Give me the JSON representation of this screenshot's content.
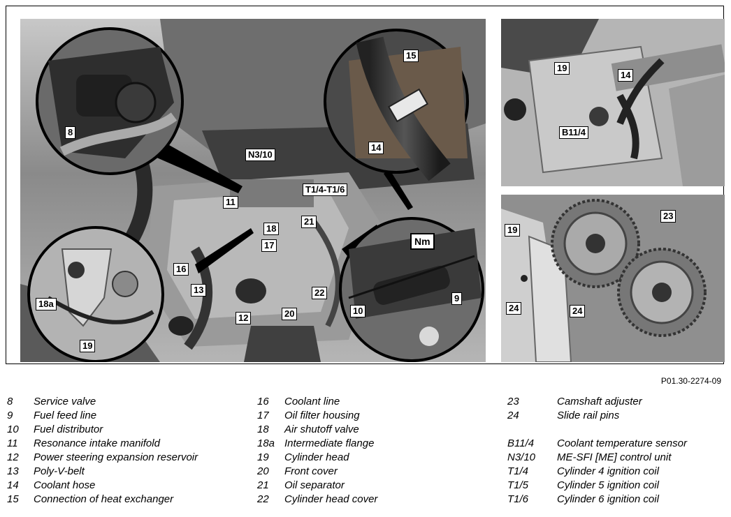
{
  "figure_code": "P01.30-2274-09",
  "callouts": {
    "c8": "8",
    "c15": "15",
    "c14_main": "14",
    "n3_10": "N3/10",
    "t1_4_t1_6": "T1/4-T1/6",
    "c11": "11",
    "c21": "21",
    "c18": "18",
    "c17": "17",
    "c16": "16",
    "c13": "13",
    "c18a": "18a",
    "c12": "12",
    "c22": "22",
    "c20": "20",
    "c19_main": "19",
    "nm": "Nm",
    "c9": "9",
    "c10": "10",
    "c19_tr": "19",
    "c14_tr": "14",
    "b11_4": "B11/4",
    "c23": "23",
    "c19_br": "19",
    "c24_a": "24",
    "c24_b": "24"
  },
  "legend": {
    "col1": [
      {
        "num": "8",
        "text": "Service valve"
      },
      {
        "num": "9",
        "text": "Fuel feed line"
      },
      {
        "num": "10",
        "text": "Fuel distributor"
      },
      {
        "num": "11",
        "text": "Resonance intake manifold"
      },
      {
        "num": "12",
        "text": "Power steering expansion reservoir"
      },
      {
        "num": "13",
        "text": "Poly-V-belt"
      },
      {
        "num": "14",
        "text": "Coolant hose"
      },
      {
        "num": "15",
        "text": "Connection of heat exchanger"
      }
    ],
    "col2": [
      {
        "num": "16",
        "text": "Coolant line"
      },
      {
        "num": "17",
        "text": "Oil filter housing"
      },
      {
        "num": "18",
        "text": "Air shutoff valve"
      },
      {
        "num": "18a",
        "text": "Intermediate flange"
      },
      {
        "num": "19",
        "text": "Cylinder head"
      },
      {
        "num": "20",
        "text": "Front cover"
      },
      {
        "num": "21",
        "text": "Oil separator"
      },
      {
        "num": "22",
        "text": "Cylinder head cover"
      }
    ],
    "col3": [
      {
        "num": "23",
        "text": "Camshaft adjuster"
      },
      {
        "num": "24",
        "text": "Slide rail pins"
      },
      {
        "num": "",
        "text": ""
      },
      {
        "num": "B11/4",
        "text": "Coolant temperature sensor"
      },
      {
        "num": "N3/10",
        "text": "ME-SFI [ME] control unit"
      },
      {
        "num": "T1/4",
        "text": "Cylinder 4 ignition coil"
      },
      {
        "num": "T1/5",
        "text": "Cylinder 5 ignition coil"
      },
      {
        "num": "T1/6",
        "text": "Cylinder 6 ignition coil"
      }
    ]
  }
}
